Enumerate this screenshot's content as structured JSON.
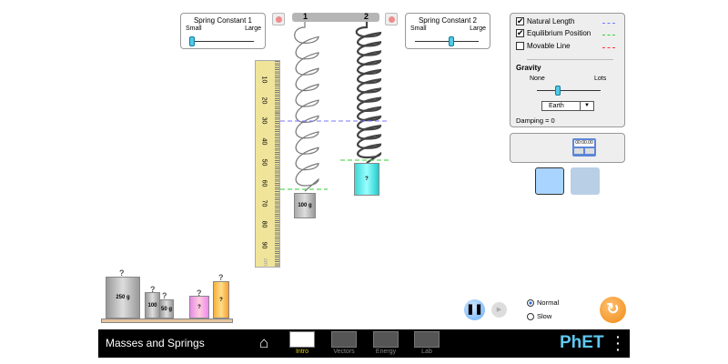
{
  "spring_constant_1": {
    "title": "Spring Constant 1",
    "min_label": "Small",
    "max_label": "Large",
    "value": 0.0
  },
  "spring_constant_2": {
    "title": "Spring Constant 2",
    "min_label": "Small",
    "max_label": "Large",
    "value": 0.5
  },
  "springs": {
    "label_1": "1",
    "label_2": "2"
  },
  "ruler": {
    "ticks": [
      "10",
      "20",
      "30",
      "40",
      "50",
      "60",
      "70",
      "80",
      "90"
    ],
    "unit": "cm"
  },
  "hanging_masses": {
    "mass_1": "100 g",
    "mass_2": "?"
  },
  "options": {
    "natural_length": "Natural Length",
    "equilibrium_position": "Equilibrium Position",
    "movable_line": "Movable Line",
    "gravity_title": "Gravity",
    "gravity_min": "None",
    "gravity_max": "Lots",
    "gravity_value": 0.35,
    "planet": "Earth",
    "damping": "Damping = 0",
    "colors": {
      "natural": "#7777ff",
      "equilibrium": "#33cc33",
      "movable": "#ff3333"
    }
  },
  "timer": {
    "display": "00:00.00"
  },
  "shelf_masses": {
    "m250": "250 g",
    "m100": "100",
    "m50": "50 g",
    "pink": "?",
    "orange": "?",
    "hook": "?"
  },
  "speed": {
    "normal": "Normal",
    "slow": "Slow"
  },
  "navbar": {
    "title": "Masses and Springs",
    "tabs": [
      "Intro",
      "Vectors",
      "Energy",
      "Lab"
    ],
    "logo": "PhET"
  }
}
